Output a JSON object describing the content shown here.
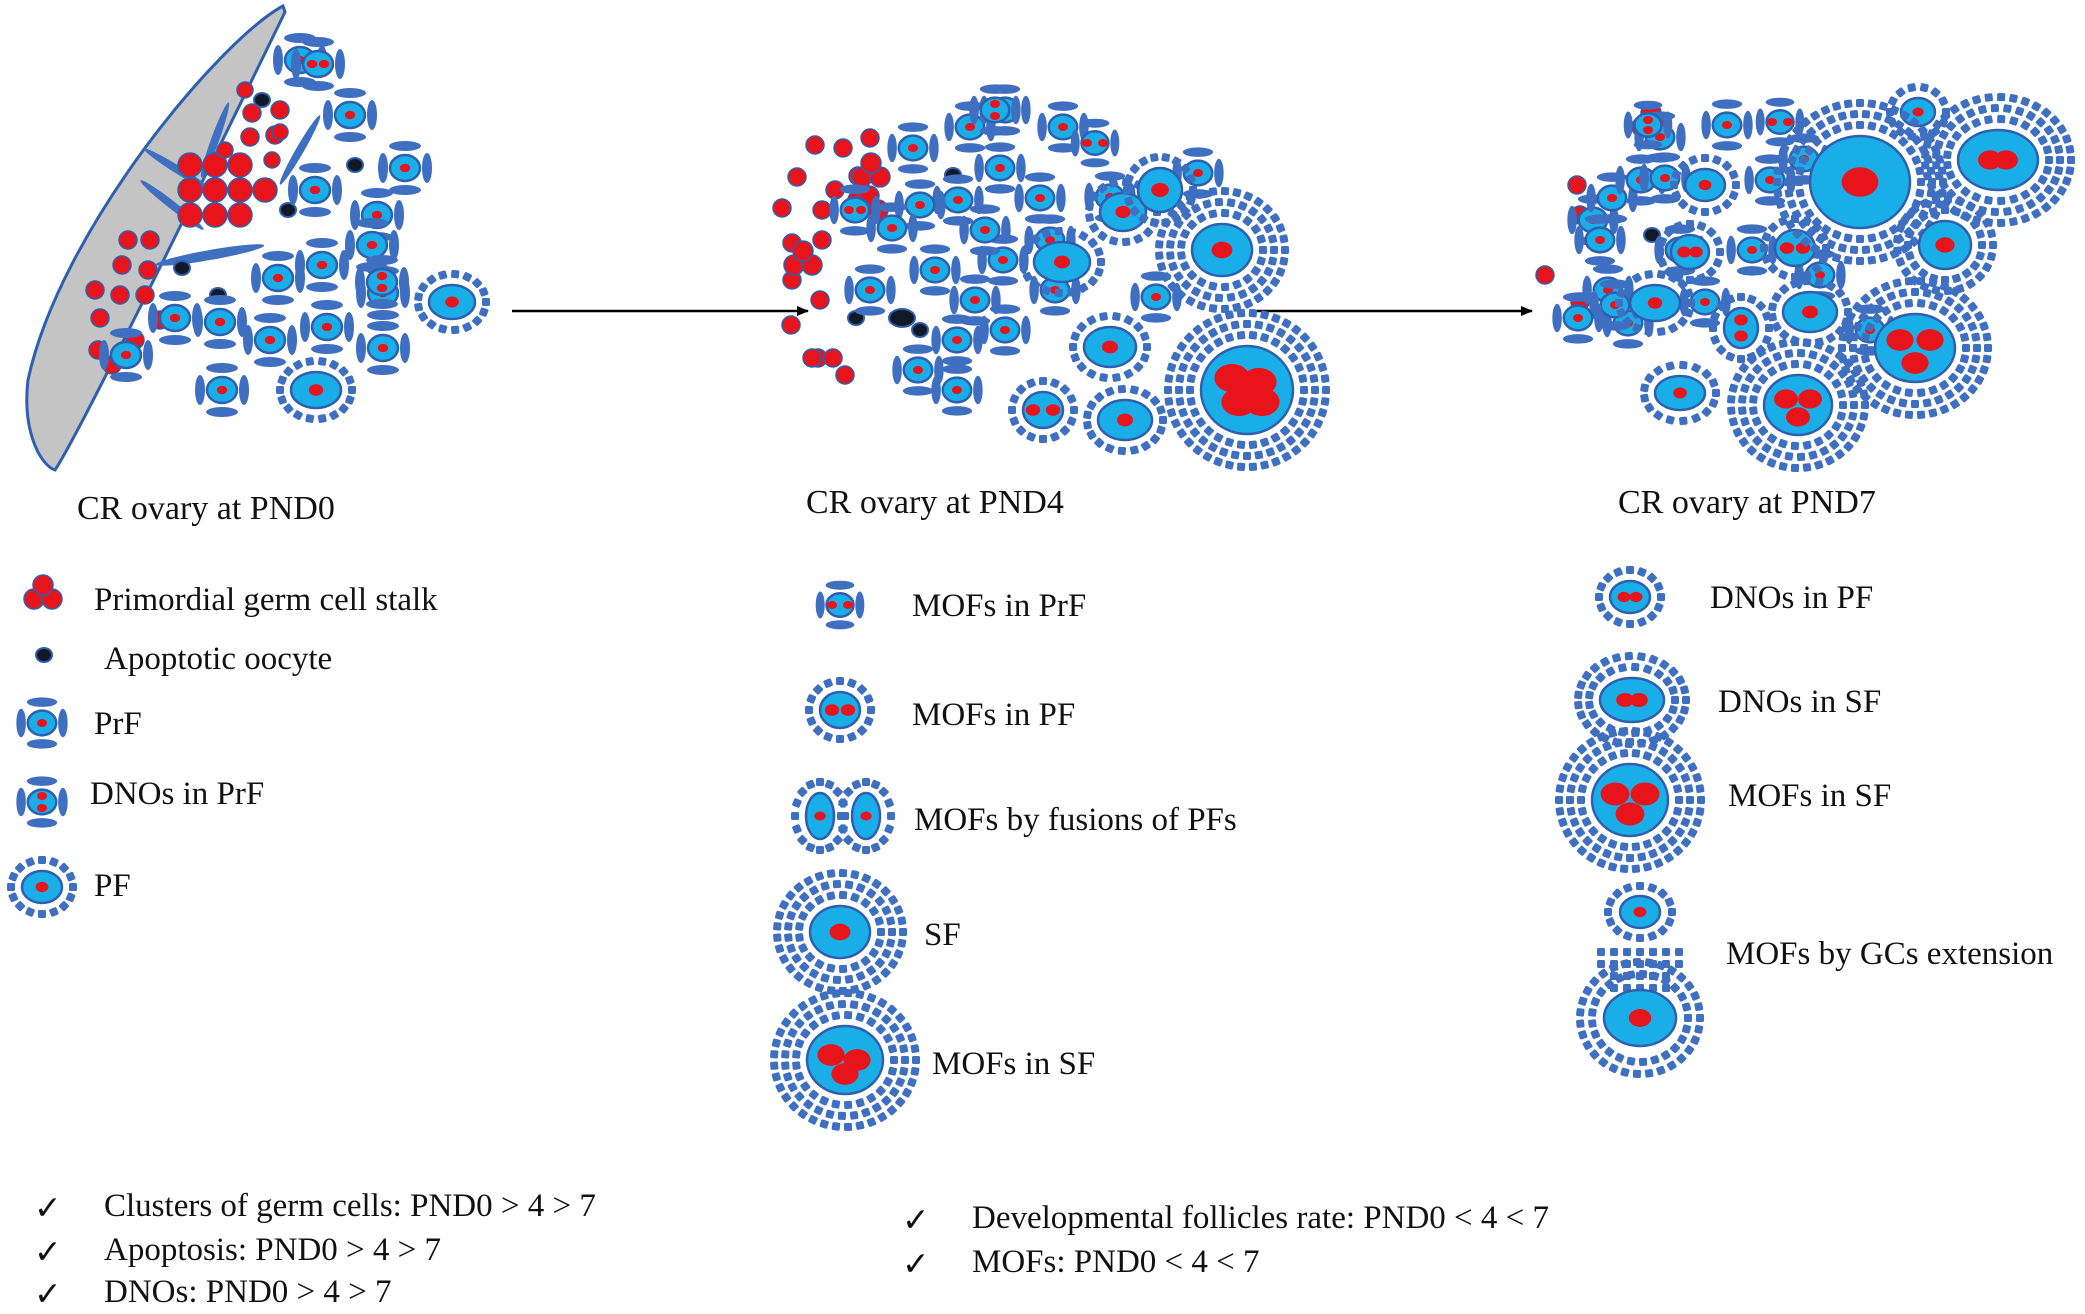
{
  "colors": {
    "cell_blue": "#1aaee8",
    "cell_outline": "#2f5fae",
    "nucleus_red": "#e8141c",
    "granulosa_blue": "#3f6fc0",
    "apoptotic_black": "#121826",
    "stalk_grey": "#c4c4c4"
  },
  "panels": [
    {
      "id": "pnd0",
      "caption": "CR ovary at PND0"
    },
    {
      "id": "pnd4",
      "caption": "CR ovary at PND4"
    },
    {
      "id": "pnd7",
      "caption": "CR ovary at PND7"
    }
  ],
  "legend_pnd0": [
    {
      "icon": "germ-cell-cluster-icon",
      "label": "Primordial germ cell stalk"
    },
    {
      "icon": "apoptotic-oocyte-icon",
      "label": "Apoptotic oocyte"
    },
    {
      "icon": "primordial-follicle-icon",
      "label": "PrF"
    },
    {
      "icon": "dno-primordial-follicle-icon",
      "label": "DNOs in PrF"
    },
    {
      "icon": "primary-follicle-icon",
      "label": "PF"
    }
  ],
  "legend_pnd4": [
    {
      "icon": "mof-primordial-follicle-icon",
      "label": "MOFs in PrF"
    },
    {
      "icon": "mof-primary-follicle-icon",
      "label": "MOFs in PF"
    },
    {
      "icon": "mof-fused-primary-follicles-icon",
      "label": "MOFs by fusions of PFs"
    },
    {
      "icon": "secondary-follicle-icon",
      "label": "SF"
    },
    {
      "icon": "mof-secondary-follicle-icon",
      "label": "MOFs  in SF"
    }
  ],
  "legend_pnd7": [
    {
      "icon": "dno-primary-follicle-icon",
      "label": "DNOs in PF"
    },
    {
      "icon": "dno-secondary-follicle-icon",
      "label": "DNOs in SF"
    },
    {
      "icon": "mof-triple-secondary-follicle-icon",
      "label": "MOFs  in SF"
    },
    {
      "icon": "mof-gc-extension-icon",
      "label": "MOFs  by GCs extension"
    }
  ],
  "summary_left": [
    {
      "check": "✓",
      "text": "Clusters of germ cells: PND0 > 4 > 7"
    },
    {
      "check": "✓",
      "text": "Apoptosis: PND0 > 4 > 7"
    },
    {
      "check": "✓",
      "text": "DNOs: PND0 > 4 > 7"
    }
  ],
  "summary_right": [
    {
      "check": "✓",
      "text": "Developmental follicles rate: PND0 < 4 < 7"
    },
    {
      "check": "✓",
      "text": "MOFs: PND0 < 4 < 7"
    }
  ]
}
